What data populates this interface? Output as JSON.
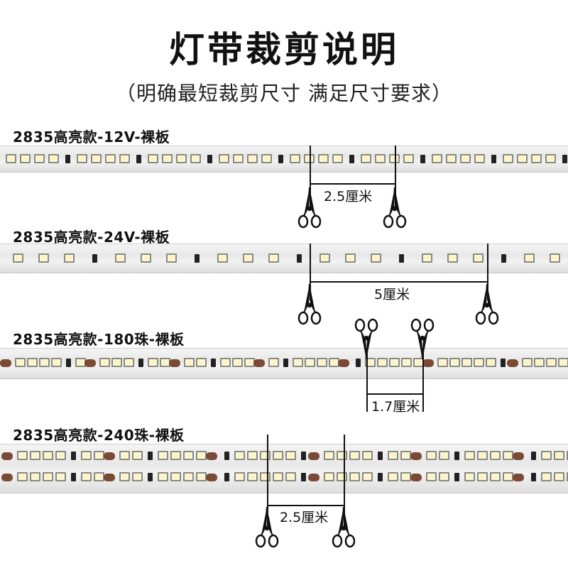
{
  "header": {
    "title": "灯带裁剪说明",
    "subtitle": "（明确最短裁剪尺寸 满足尺寸要求）"
  },
  "sections": [
    {
      "label": "2835高亮款-12V-裸板",
      "cut_length": "2.5厘米"
    },
    {
      "label": "2835高亮款-24V-裸板",
      "cut_length": "5厘米"
    },
    {
      "label": "2835高亮款-180珠-裸板",
      "cut_length": "1.7厘米"
    },
    {
      "label": "2835高亮款-240珠-裸板",
      "cut_length": "2.5厘米"
    }
  ],
  "colors": {
    "strip": "#ececec",
    "led_frame": "#8a8a7a",
    "led_phosphor": "#fff3b8",
    "solder_pad": "#7a4a35",
    "ink": "#111111"
  },
  "icons": [
    "scissors-icon"
  ]
}
